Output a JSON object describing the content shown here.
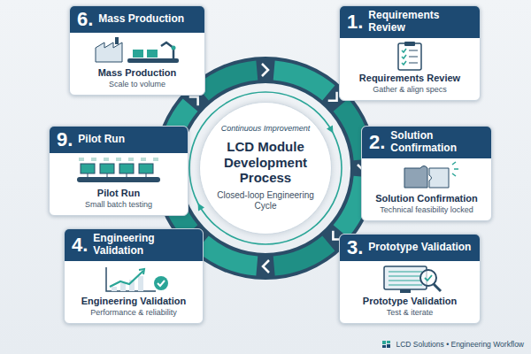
{
  "diagram": {
    "nodes": [
      {
        "text": [
          "6.",
          "Mass Production",
          "Mass Production",
          "Scale to volume"
        ]
      },
      {
        "text": [
          "1.",
          "Requirements Review",
          "Requirements Review",
          "Gather & align specs"
        ]
      },
      {
        "text": [
          "Continuous Improvement",
          "LCD Module Development Process",
          "Closed-loop Engineering Cycle"
        ]
      },
      {
        "text": [
          "9.",
          "Pilot Run",
          "Pilot Run",
          "Small batch testing"
        ]
      },
      {
        "text": [
          "2.",
          "Solution Confirmation",
          "Solution Confirmation",
          "Technical feasibility locked"
        ]
      },
      {
        "text": [
          "4.",
          "Engineering Validation",
          "Engineering Validation",
          "Performance & reliability"
        ]
      },
      {
        "text": [
          "3.",
          "Prototype Validation",
          "Prototype Validation",
          "Test & iterate"
        ]
      }
    ],
    "labels": [
      "LCD Solutions • Engineering Workflow"
    ]
  }
}
